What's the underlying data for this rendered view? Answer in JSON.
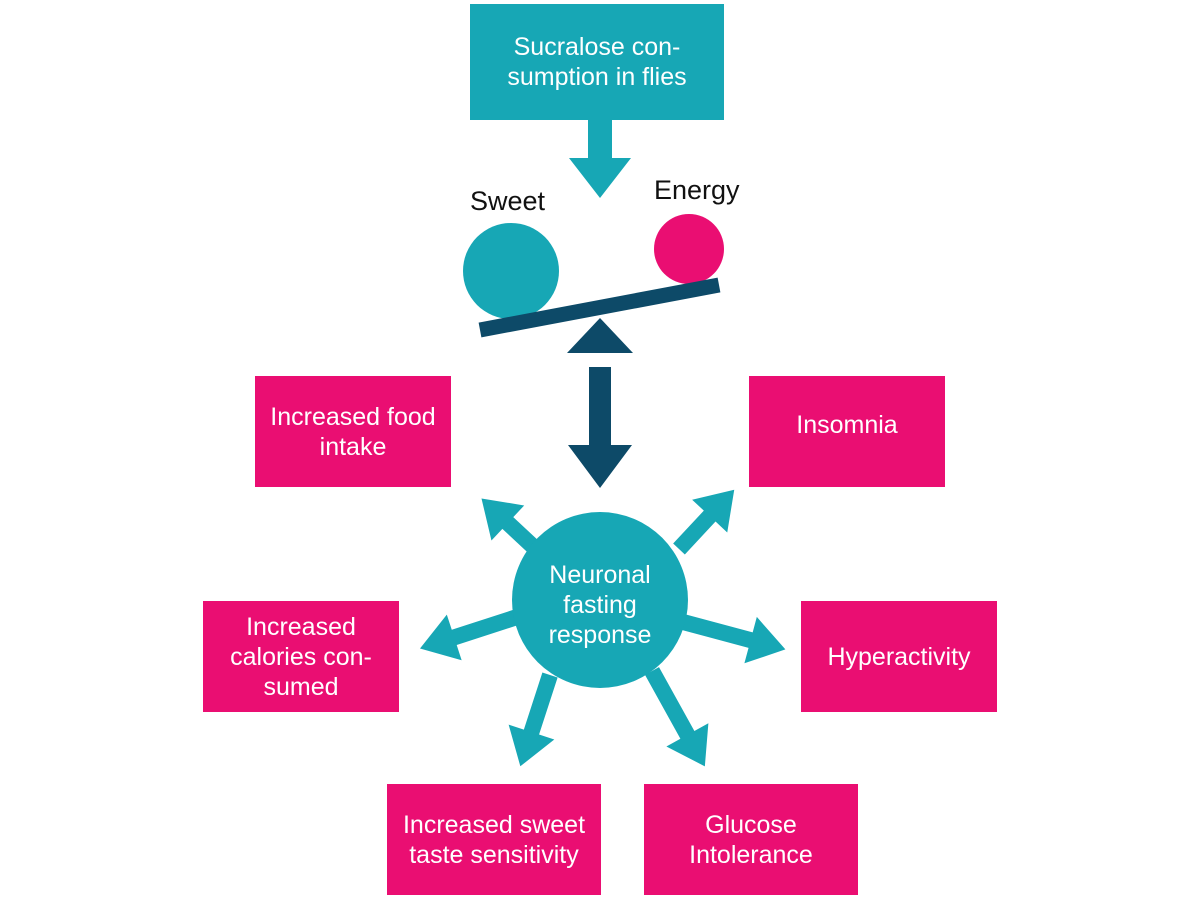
{
  "colors": {
    "teal": "#17a7b5",
    "pink": "#ea0e72",
    "navy": "#0d4a68"
  },
  "source": {
    "line1": "Sucralose con-",
    "line2": "sumption in flies"
  },
  "balance": {
    "sweet_label": "Sweet",
    "energy_label": "Energy"
  },
  "center": {
    "line1": "Neuronal",
    "line2": "fasting",
    "line3": "response"
  },
  "effects": {
    "food_intake": {
      "line1": "Increased food",
      "line2": "intake"
    },
    "insomnia": {
      "line1": "Insomnia"
    },
    "calories": {
      "line1": "Increased",
      "line2": "calories con-",
      "line3": "sumed"
    },
    "hyperactivity": {
      "line1": "Hyperactivity"
    },
    "sweet_taste": {
      "line1": "Increased sweet",
      "line2": "taste sensitivity"
    },
    "glucose": {
      "line1": "Glucose",
      "line2": "Intolerance"
    }
  }
}
